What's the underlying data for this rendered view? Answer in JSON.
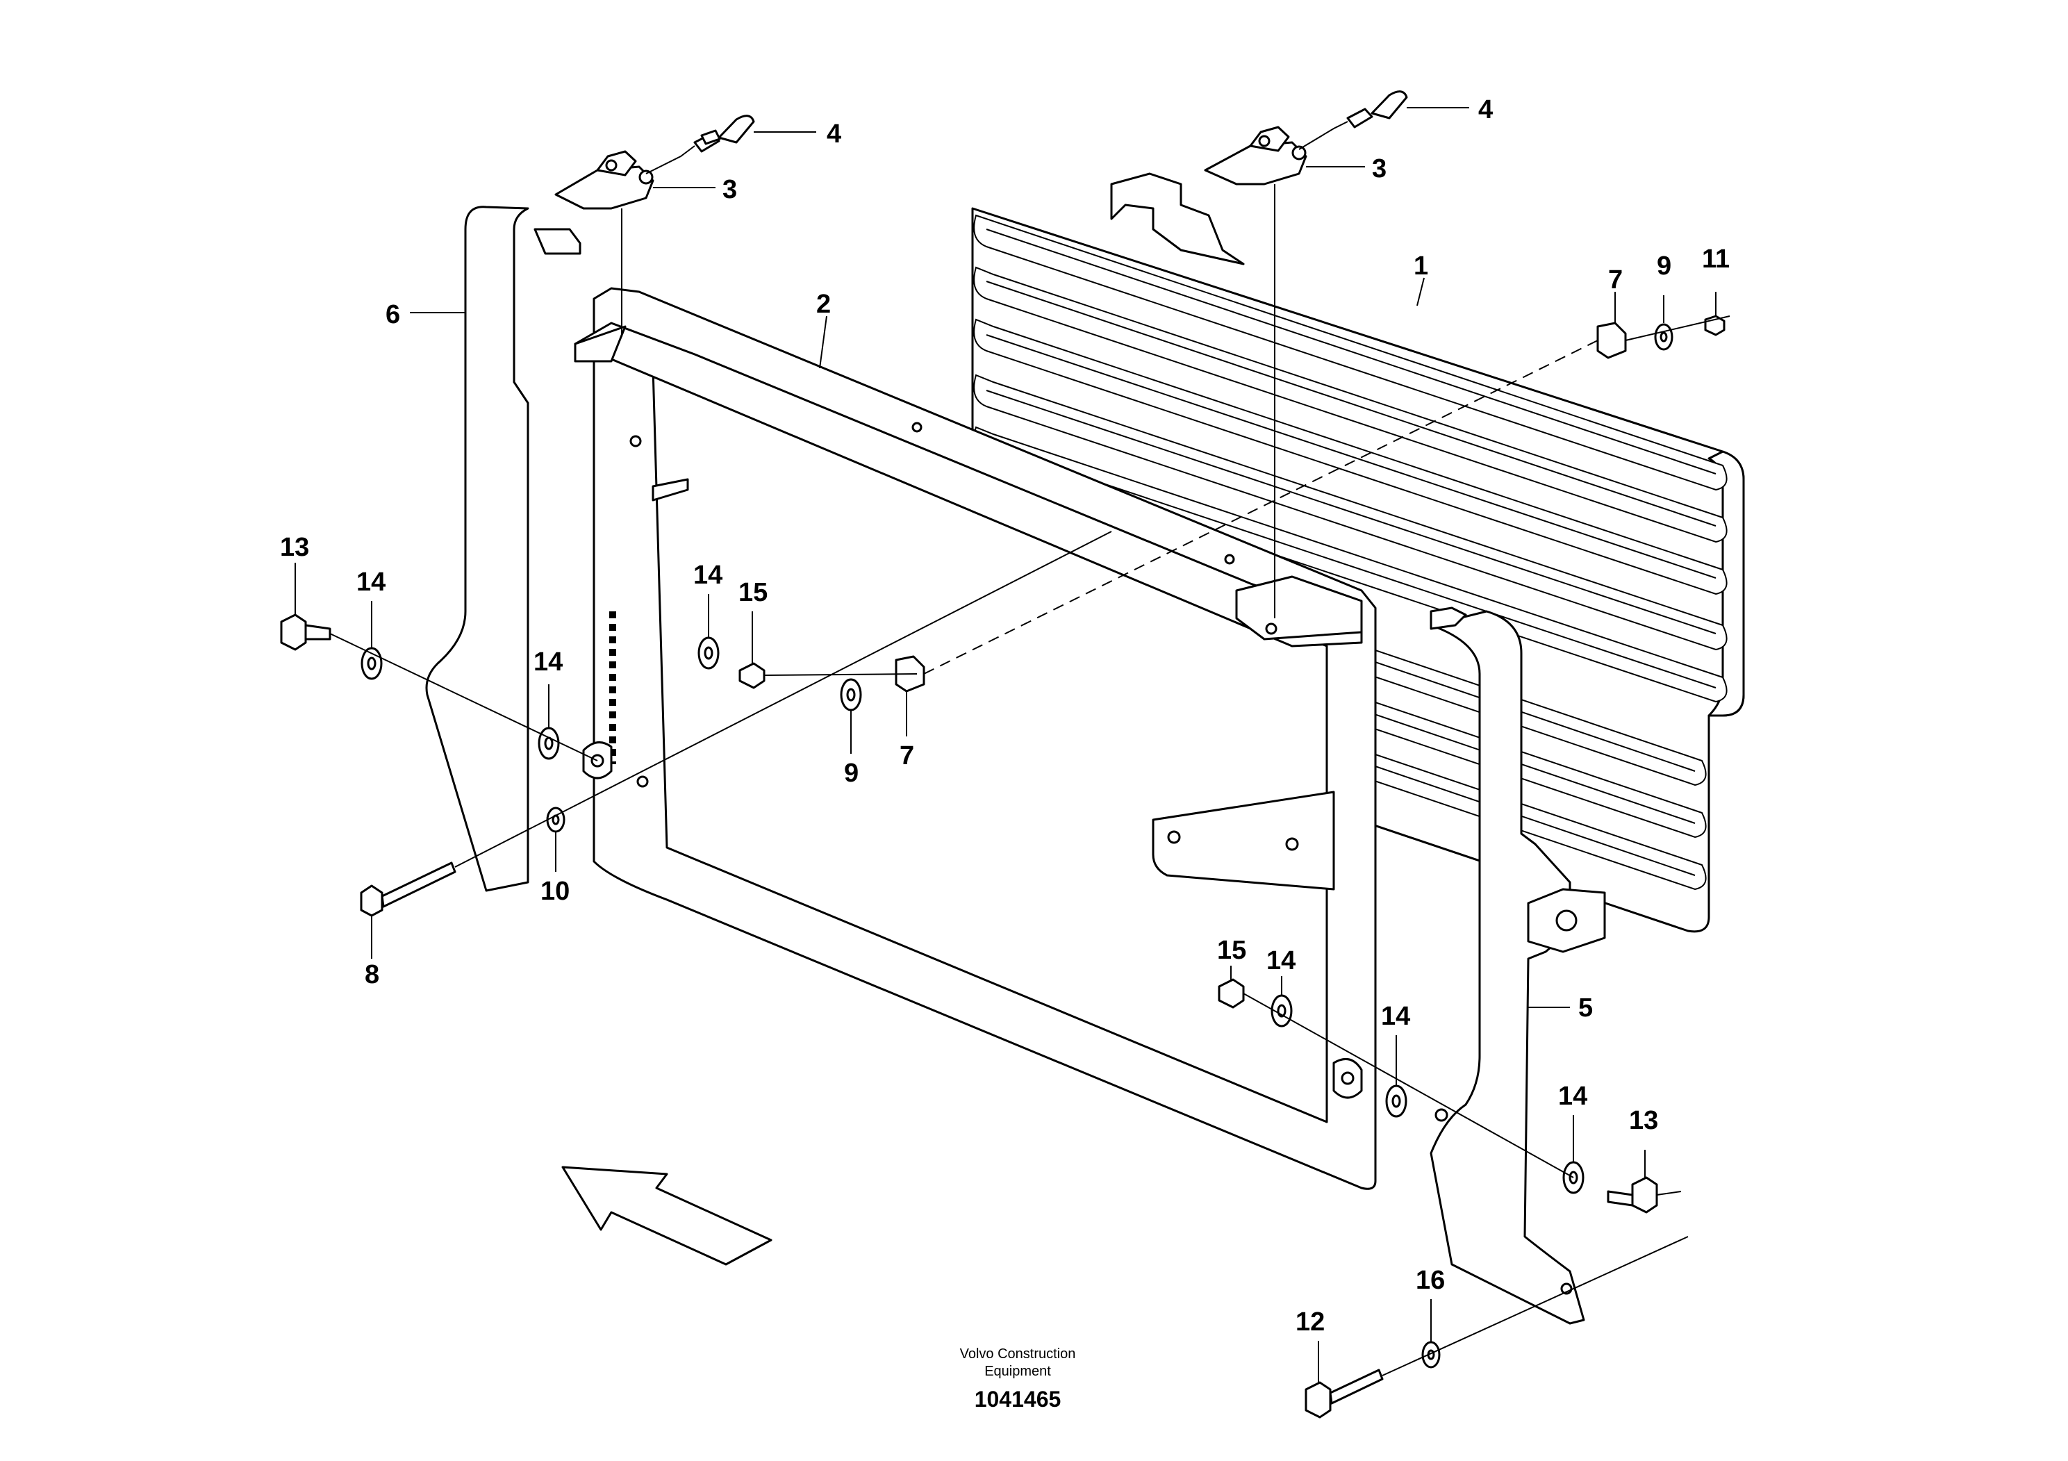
{
  "callouts": {
    "c1": "1",
    "c2": "2",
    "c3a": "3",
    "c3b": "3",
    "c4a": "4",
    "c4b": "4",
    "c5": "5",
    "c6": "6",
    "c7a": "7",
    "c7b": "7",
    "c8": "8",
    "c9a": "9",
    "c9b": "9",
    "c10": "10",
    "c11": "11",
    "c12": "12",
    "c13a": "13",
    "c13b": "13",
    "c14a": "14",
    "c14b": "14",
    "c14c": "14",
    "c14d": "14",
    "c14e": "14",
    "c14f": "14",
    "c15a": "15",
    "c15b": "15",
    "c16": "16"
  },
  "footer": {
    "brand_line1": "Volvo Construction",
    "brand_line2": "Equipment",
    "drawing_number": "1041465"
  }
}
